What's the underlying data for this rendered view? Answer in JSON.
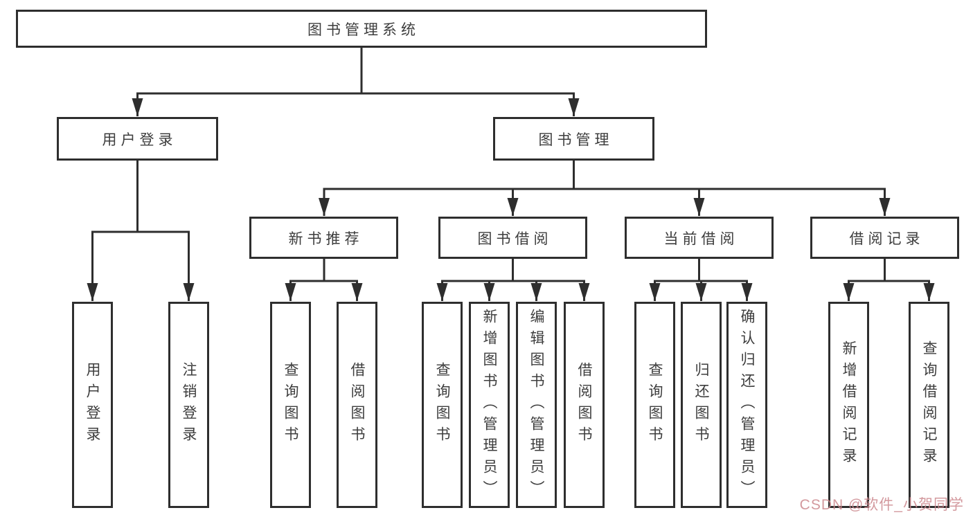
{
  "diagram": {
    "title": "图书管理系统",
    "branches": [
      {
        "label": "用户登录",
        "children": [
          {
            "label": "用户登录"
          },
          {
            "label": "注销登录"
          }
        ]
      },
      {
        "label": "图书管理",
        "children": [
          {
            "label": "新书推荐",
            "children": [
              {
                "label": "查询图书"
              },
              {
                "label": "借阅图书"
              }
            ]
          },
          {
            "label": "图书借阅",
            "children": [
              {
                "label": "查询图书"
              },
              {
                "label": "新增图书（管理员）"
              },
              {
                "label": "编辑图书（管理员）"
              },
              {
                "label": "借阅图书"
              }
            ]
          },
          {
            "label": "当前借阅",
            "children": [
              {
                "label": "查询图书"
              },
              {
                "label": "归还图书"
              },
              {
                "label": "确认归还（管理员）"
              }
            ]
          },
          {
            "label": "借阅记录",
            "children": [
              {
                "label": "新增借阅记录"
              },
              {
                "label": "查询借阅记录"
              }
            ]
          }
        ]
      }
    ]
  },
  "watermark": {
    "text": "CSDN @软件_小贺同学"
  },
  "colors": {
    "line": "#2e2e2e",
    "text": "#3d3d3d",
    "watermark": "#cb878d",
    "background": "#ffffff"
  }
}
